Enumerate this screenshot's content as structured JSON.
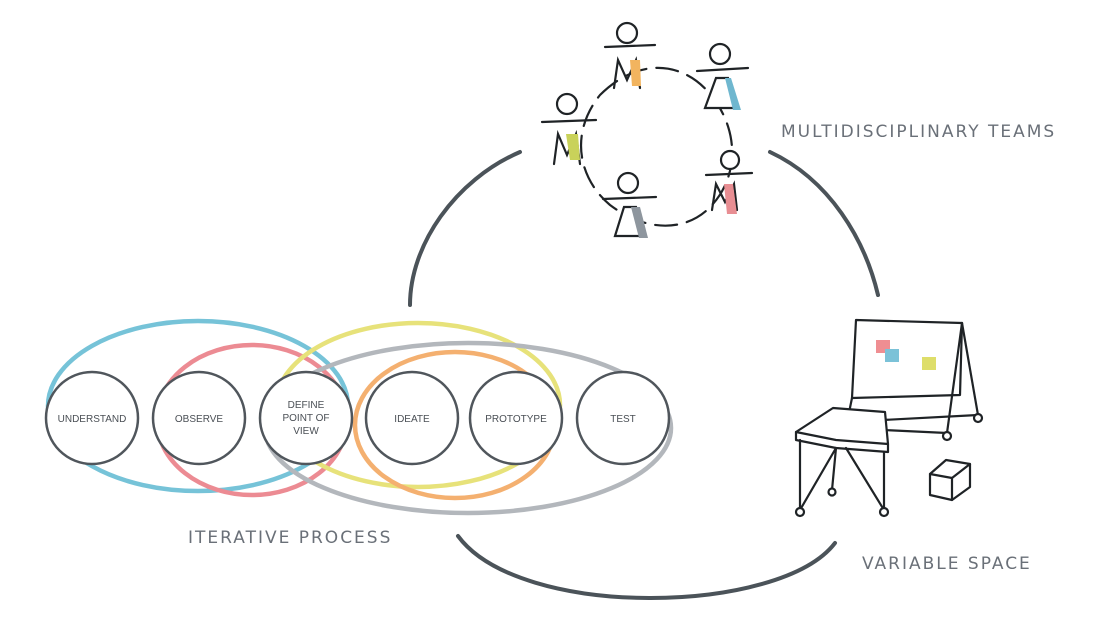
{
  "labels": {
    "teams": "MULTIDISCIPLINARY TEAMS",
    "space": "VARIABLE SPACE",
    "process": "ITERATIVE PROCESS"
  },
  "steps": [
    {
      "lines": [
        "UNDERSTAND"
      ]
    },
    {
      "lines": [
        "OBSERVE"
      ]
    },
    {
      "lines": [
        "DEFINE",
        "POINT OF",
        "VIEW"
      ]
    },
    {
      "lines": [
        "IDEATE"
      ]
    },
    {
      "lines": [
        "PROTOTYPE"
      ]
    },
    {
      "lines": [
        "TEST"
      ]
    }
  ],
  "team_member_colors": [
    "#f2b45f",
    "#6fb7cf",
    "#c9d25a",
    "#e88e93",
    "#8e969e"
  ],
  "phase_colors": {
    "understand_phase": "#76c3d8",
    "observe_phase": "#ec8b93",
    "define_phase": "#e7e27a",
    "ideate_phase": "#f4b070",
    "prototype_phase": "#b3b7bc"
  },
  "sticky_note_colors": [
    "#ef8e92",
    "#7bc2d8",
    "#dede6a"
  ],
  "cycle_arc_color": "#4b5359"
}
